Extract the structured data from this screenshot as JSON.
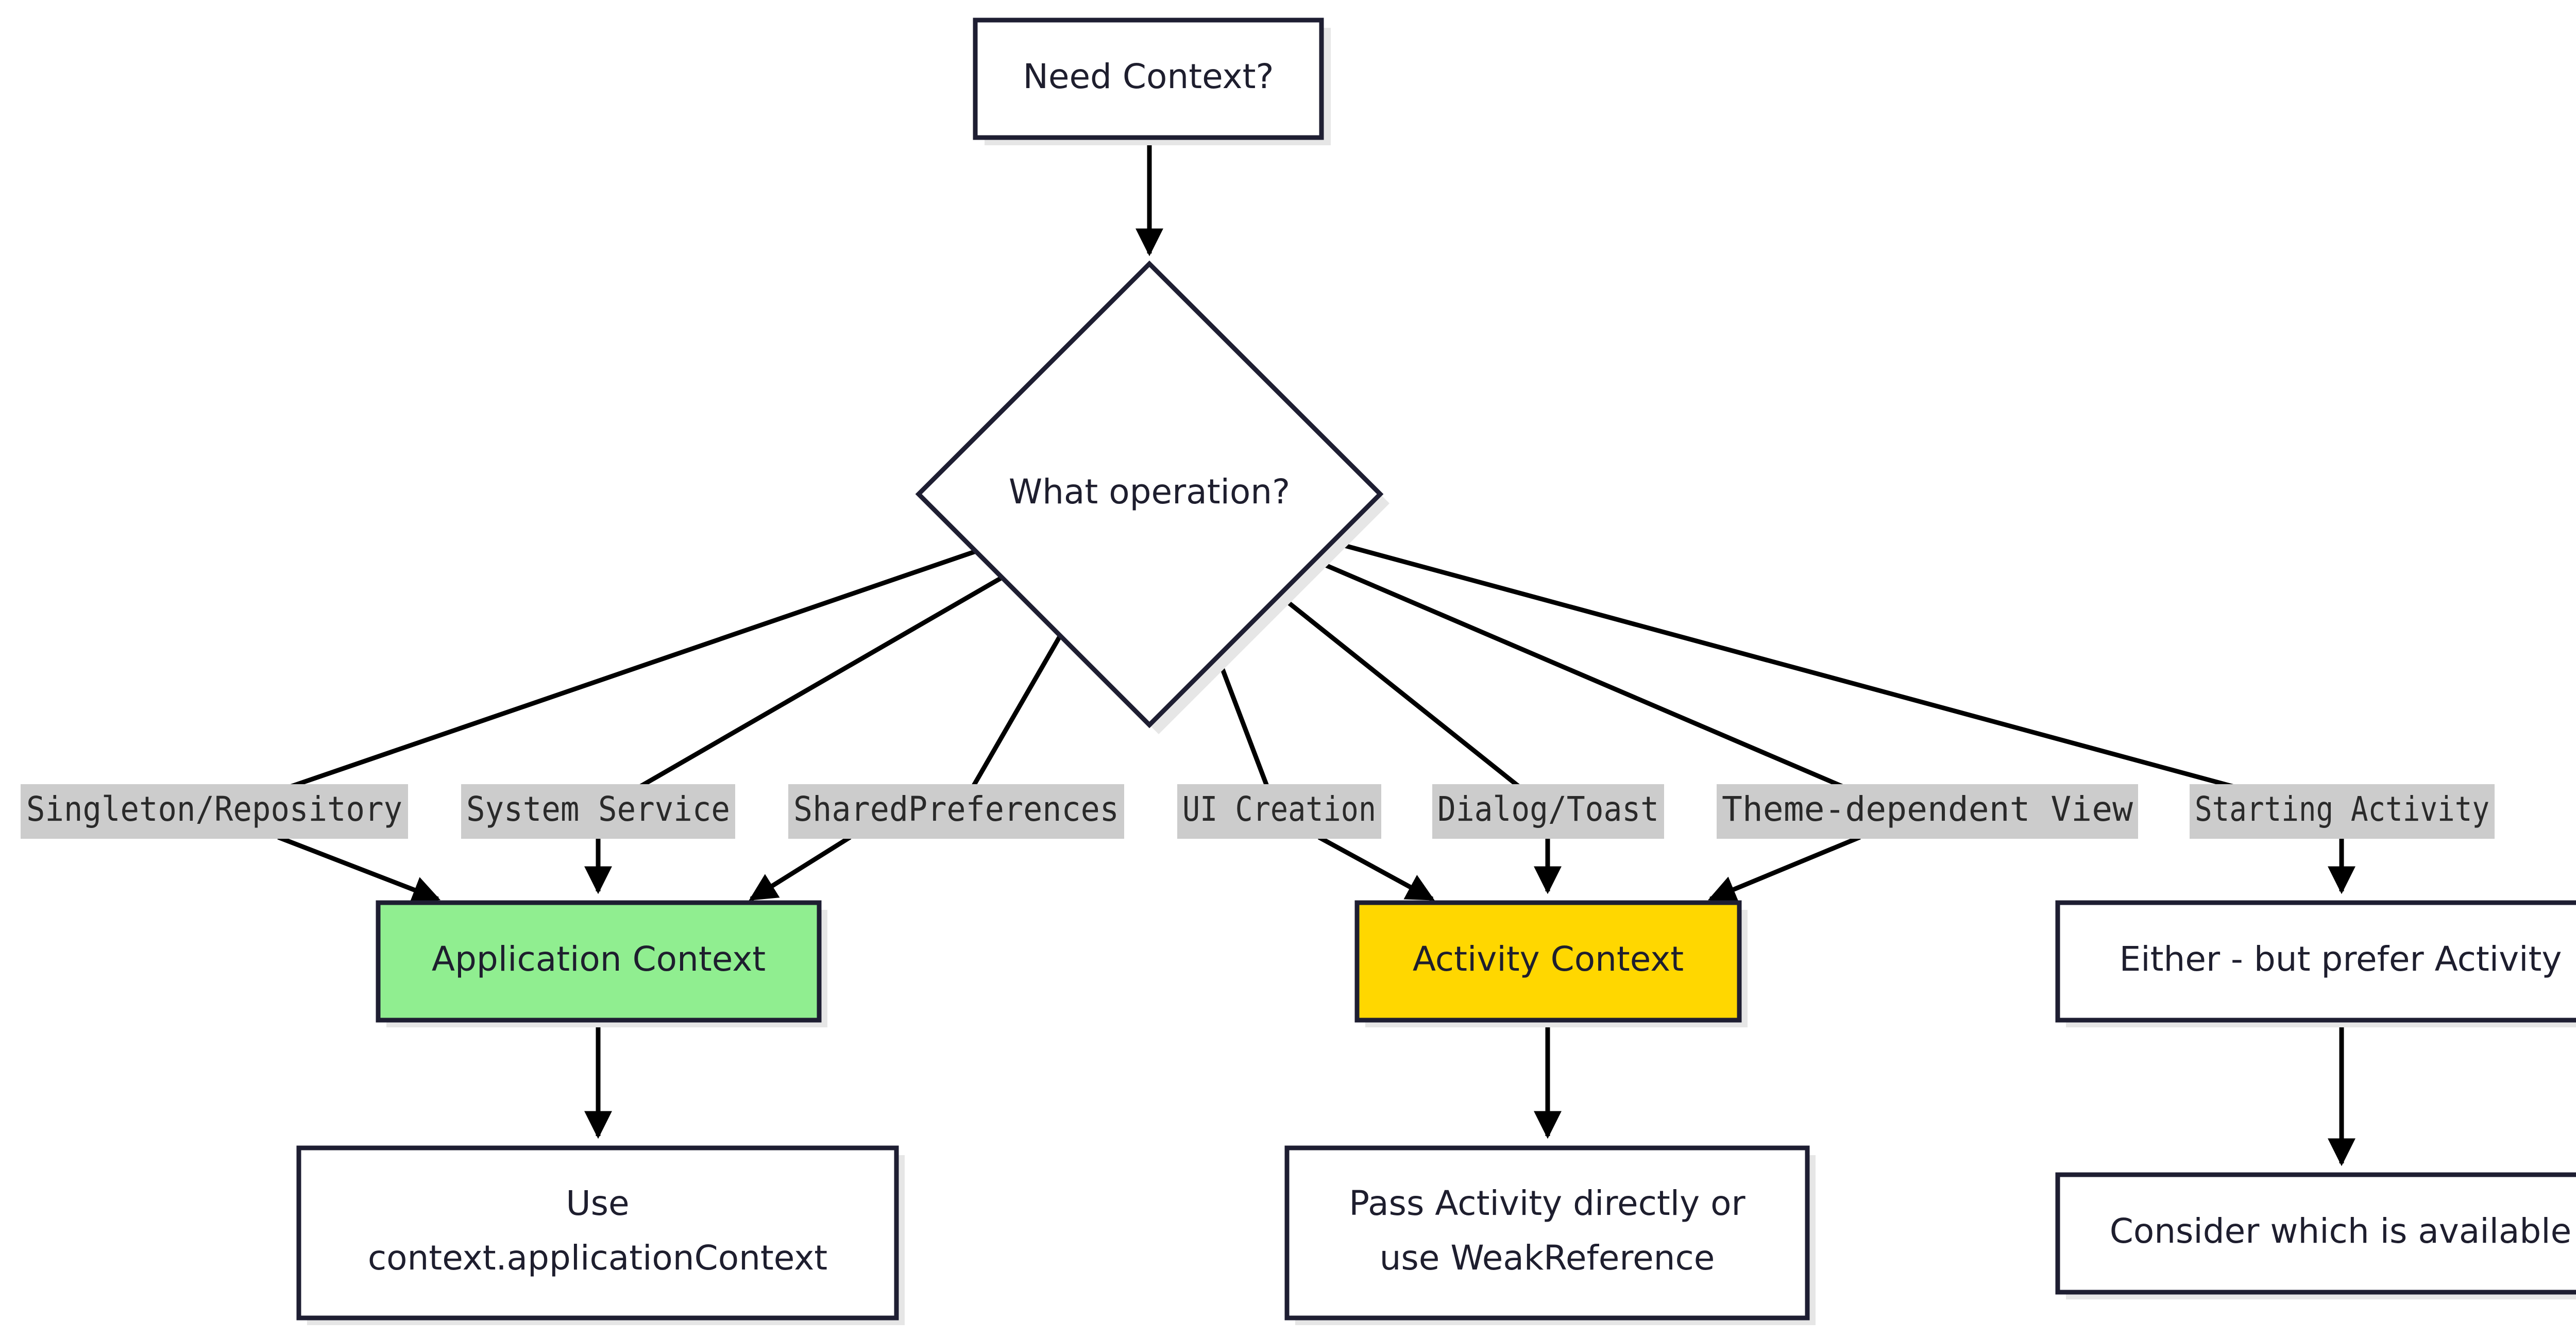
{
  "diagram": {
    "nodes": {
      "need_context": {
        "text": "Need Context?"
      },
      "what_operation": {
        "text": "What operation?"
      },
      "application_context": {
        "text": "Application Context",
        "fill": "#90ee90"
      },
      "activity_context": {
        "text": "Activity Context",
        "fill": "#ffd700"
      },
      "either": {
        "text": "Either - but prefer Activity"
      },
      "use_app_context": {
        "line1": "Use",
        "line2": "context.applicationContext"
      },
      "pass_activity": {
        "line1": "Pass Activity directly or",
        "line2": "use WeakReference"
      },
      "consider": {
        "text": "Consider which is available"
      }
    },
    "edge_labels": {
      "singleton": "Singleton/Repository",
      "system_service": "System Service",
      "shared_prefs": "SharedPreferences",
      "ui_creation": "UI Creation",
      "dialog_toast": "Dialog/Toast",
      "theme_view": "Theme-dependent View",
      "starting_activity": "Starting Activity"
    },
    "colors": {
      "node_border": "#1e1e32",
      "edge": "#000000",
      "label_bg": "#cccccc",
      "default_fill": "#ffffff"
    }
  }
}
